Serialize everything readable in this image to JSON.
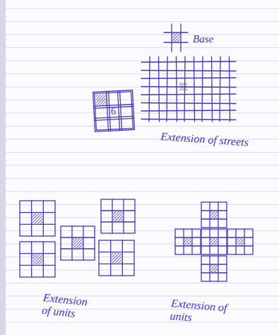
{
  "diagram": {
    "labels": [
      "Base",
      "6",
      "Extension of streets",
      "Extension of units",
      "Extension of units"
    ]
  }
}
